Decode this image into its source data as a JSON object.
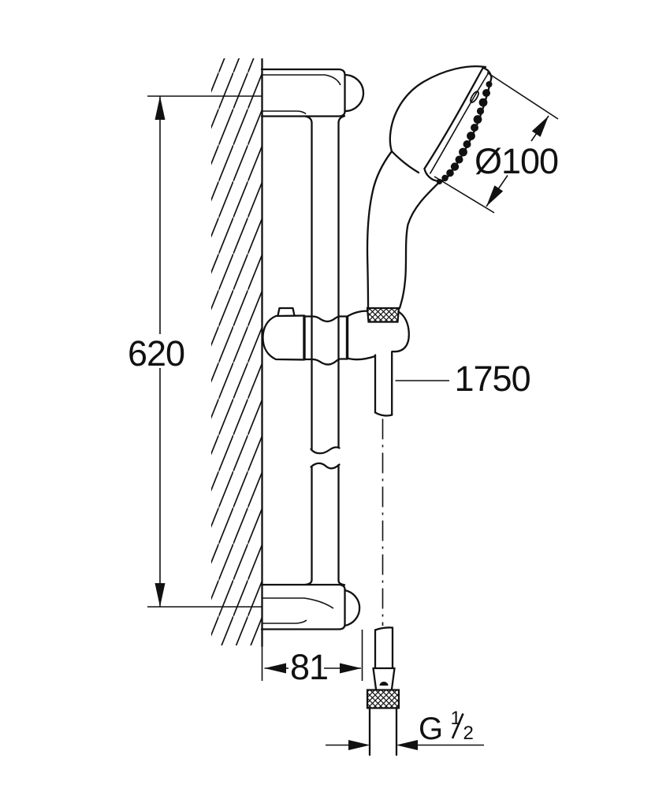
{
  "drawing": {
    "line_color": "#111111",
    "background_color": "#ffffff",
    "dimensions": {
      "rail_height": "620",
      "head_diameter": "Ø100",
      "hose_length": "1750",
      "bracket_depth": "81",
      "thread": {
        "prefix": "G",
        "numerator": "1",
        "slash": "/",
        "denominator": "2"
      }
    }
  }
}
